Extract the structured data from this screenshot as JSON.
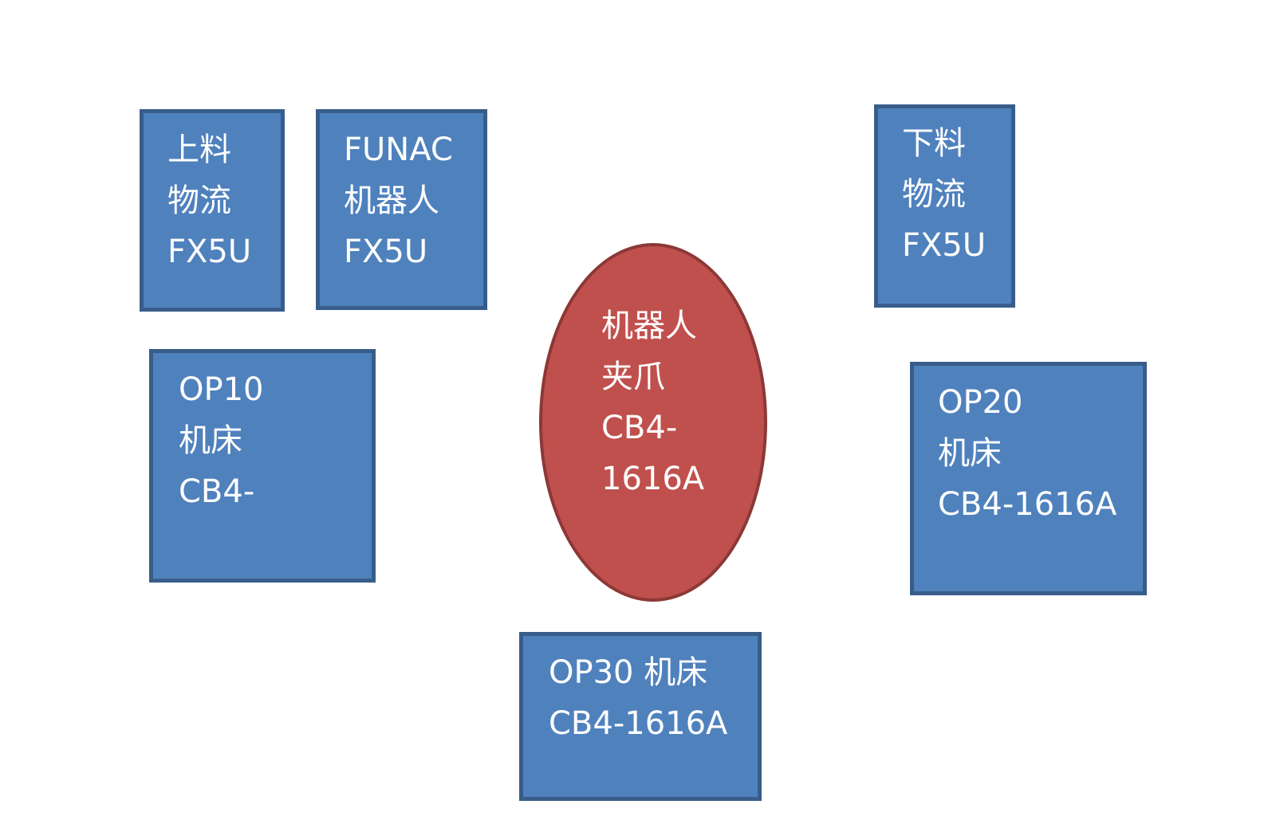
{
  "colors": {
    "box_fill": "#4f81bd",
    "box_border": "#385d8a",
    "ellipse_fill": "#c0504d",
    "ellipse_border": "#8c3836",
    "text": "#ffffff"
  },
  "nodes": {
    "feed_logistics": {
      "lines": [
        "上料",
        "物流",
        "FX5U"
      ]
    },
    "funac_robot": {
      "lines": [
        "FUNAC",
        "机器人",
        "FX5U"
      ]
    },
    "unload_logistics": {
      "lines": [
        "下料",
        "物流",
        "FX5U"
      ]
    },
    "op10": {
      "lines": [
        "OP10",
        "机床",
        "CB4-"
      ]
    },
    "op20": {
      "lines": [
        "OP20",
        "机床",
        "CB4-1616A"
      ]
    },
    "op30": {
      "lines": [
        "OP30 机床",
        "CB4-1616A"
      ]
    },
    "gripper": {
      "lines": [
        "机器人",
        "夹爪",
        "CB4-",
        "1616A"
      ]
    }
  }
}
